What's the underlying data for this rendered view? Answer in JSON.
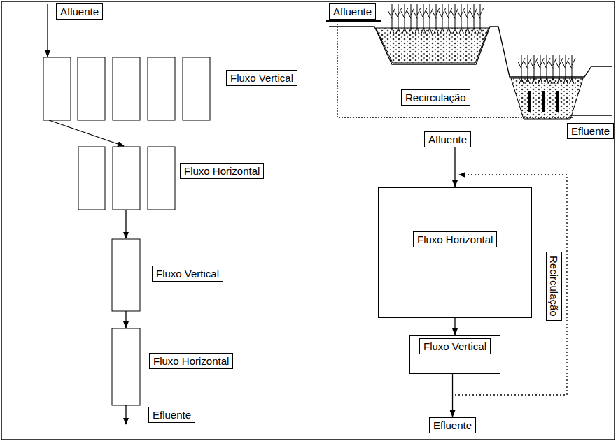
{
  "diagram": {
    "nodes": [
      {
        "text": [
          "Afluente"
        ]
      },
      {
        "text": [
          "Fluxo Vertical"
        ]
      },
      {
        "text": [
          "Fluxo Horizontal"
        ]
      },
      {
        "text": [
          "Fluxo Vertical"
        ]
      },
      {
        "text": [
          "Fluxo Horizontal"
        ]
      },
      {
        "text": [
          "Efluente"
        ]
      },
      {
        "text": [
          "Afluente"
        ]
      },
      {
        "text": [
          "Recirculação"
        ]
      },
      {
        "text": [
          "Efluente"
        ]
      },
      {
        "text": [
          "Afluente"
        ]
      },
      {
        "text": [
          "Fluxo Horizontal"
        ]
      },
      {
        "text": [
          "Fluxo Vertical"
        ]
      },
      {
        "text": [
          "Recirculação"
        ]
      },
      {
        "text": [
          "Efluente"
        ]
      }
    ],
    "edges": [
      {
        "from": 9,
        "to": 10,
        "arrow": "to"
      },
      {
        "from": 10,
        "to": 11,
        "arrow": "to"
      },
      {
        "from": 11,
        "to": 13,
        "arrow": "to"
      }
    ]
  }
}
